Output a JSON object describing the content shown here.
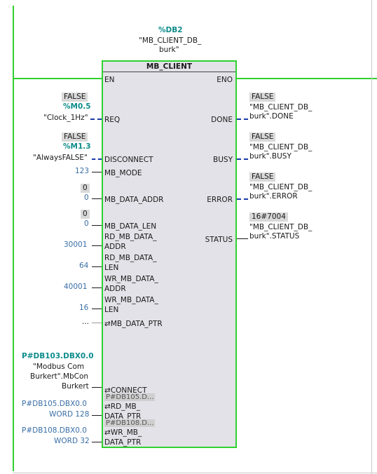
{
  "instance": {
    "db": "%DB2",
    "name_line1": "\"MB_CLIENT_DB_",
    "name_line2": "burk\""
  },
  "block": {
    "title": "MB_CLIENT",
    "en": "EN",
    "eno": "ENO"
  },
  "inputs": {
    "req": {
      "value": "FALSE",
      "address": "%M0.5",
      "symbol": "\"Clock_1Hz\"",
      "pin": "REQ"
    },
    "disconnect": {
      "value": "FALSE",
      "address": "%M1.3",
      "symbol": "\"AlwaysFALSE\"",
      "pin": "DISCONNECT"
    },
    "mb_mode": {
      "const": "123",
      "pin": "MB_MODE"
    },
    "mb_data_addr": {
      "value": "0",
      "const": "0",
      "pin": "MB_DATA_ADDR"
    },
    "mb_data_len": {
      "value": "0",
      "const": "0",
      "pin": "MB_DATA_LEN"
    },
    "rd_mb_data_addr": {
      "const": "30001",
      "pin1": "RD_MB_DATA_",
      "pin2": "ADDR"
    },
    "rd_mb_data_len": {
      "const": "64",
      "pin1": "RD_MB_DATA_",
      "pin2": "LEN"
    },
    "wr_mb_data_addr": {
      "const": "40001",
      "pin1": "WR_MB_DATA_",
      "pin2": "ADDR"
    },
    "wr_mb_data_len": {
      "const": "16",
      "pin1": "WR_MB_DATA_",
      "pin2": "LEN"
    },
    "mb_data_ptr": {
      "const": "...",
      "pin": "MB_DATA_PTR"
    },
    "connect": {
      "address": "P#DB103.DBX0.0",
      "sym1": "\"Modbus Com",
      "sym2": "Burkert\".MbCon",
      "sym3": "Burkert",
      "pin": "CONNECT"
    },
    "rd_mb_data_ptr": {
      "address": "P#DB105.DBX0.0",
      "type": "WORD 128",
      "inner": "P#DB105.D...",
      "pin1": "RD_MB_",
      "pin2": "DATA_PTR"
    },
    "wr_mb_data_ptr": {
      "address": "P#DB108.DBX0.0",
      "type": "WORD 32",
      "inner": "P#DB108.D...",
      "pin1": "WR_MB_",
      "pin2": "DATA_PTR"
    }
  },
  "outputs": {
    "done": {
      "pin": "DONE",
      "value": "FALSE",
      "sym1": "\"MB_CLIENT_DB_",
      "sym2": "burk\".DONE"
    },
    "busy": {
      "pin": "BUSY",
      "value": "FALSE",
      "sym1": "\"MB_CLIENT_DB_",
      "sym2": "burk\".BUSY"
    },
    "error": {
      "pin": "ERROR",
      "value": "FALSE",
      "sym1": "\"MB_CLIENT_DB_",
      "sym2": "burk\".ERROR"
    },
    "status": {
      "pin": "STATUS",
      "value": "16#7004",
      "sym1": "\"MB_CLIENT_DB_",
      "sym2": "burk\".STATUS"
    }
  },
  "glyphs": {
    "inout": "⇄"
  },
  "colors": {
    "rail": "#2fd12f",
    "block_bg": "#e2e2e8",
    "address": "#0e8c8c",
    "constant": "#3a6ea5"
  }
}
